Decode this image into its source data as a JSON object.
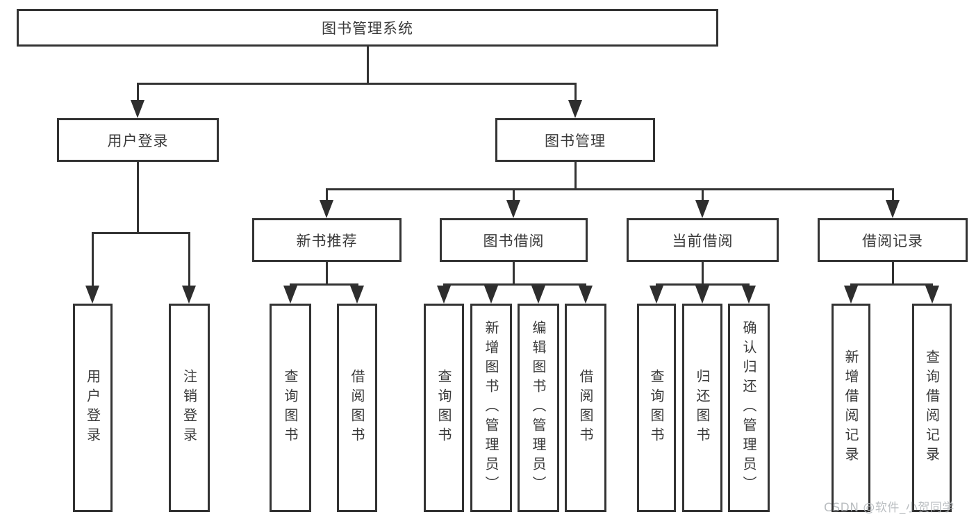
{
  "tree": {
    "root": {
      "label": "图书管理系统"
    },
    "branches": [
      {
        "label": "用户登录",
        "leaves": [
          "用户登录",
          "注销登录"
        ]
      },
      {
        "label": "图书管理",
        "children": [
          {
            "label": "新书推荐",
            "leaves": [
              "查询图书",
              "借阅图书"
            ]
          },
          {
            "label": "图书借阅",
            "leaves": [
              "查询图书",
              "新增图书（管理员）",
              "编辑图书（管理员）",
              "借阅图书"
            ]
          },
          {
            "label": "当前借阅",
            "leaves": [
              "查询图书",
              "归还图书",
              "确认归还（管理员）"
            ]
          },
          {
            "label": "借阅记录",
            "leaves": [
              "新增借阅记录",
              "查询借阅记录"
            ]
          }
        ]
      }
    ]
  },
  "watermark": {
    "text": "CSDN @软件_小贺同学",
    "color": "#b3b7bb"
  },
  "colors": {
    "background": "#ffffff",
    "line": "#333333",
    "box_border": "#333333",
    "text": "#3a3a3a",
    "arrowhead": "#2e2e2e"
  }
}
